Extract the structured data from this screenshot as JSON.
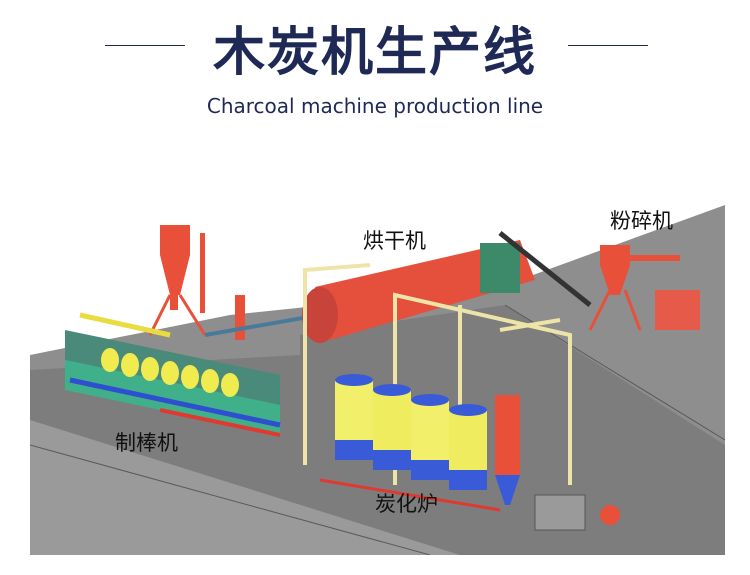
{
  "header": {
    "title": "木炭机生产线",
    "subtitle": "Charcoal machine production line"
  },
  "diagram": {
    "labels": {
      "dryer": "烘干机",
      "crusher": "粉碎机",
      "rod_machine": "制棒机",
      "carbonization_furnace": "炭化炉"
    },
    "colors": {
      "title": "#1e2a55",
      "machine_red": "#e8503a",
      "tank_yellow": "#f2ef6a",
      "tank_blue": "#3a5bd8",
      "frame": "#efe4a8",
      "floor": "#8c8c8c"
    }
  }
}
